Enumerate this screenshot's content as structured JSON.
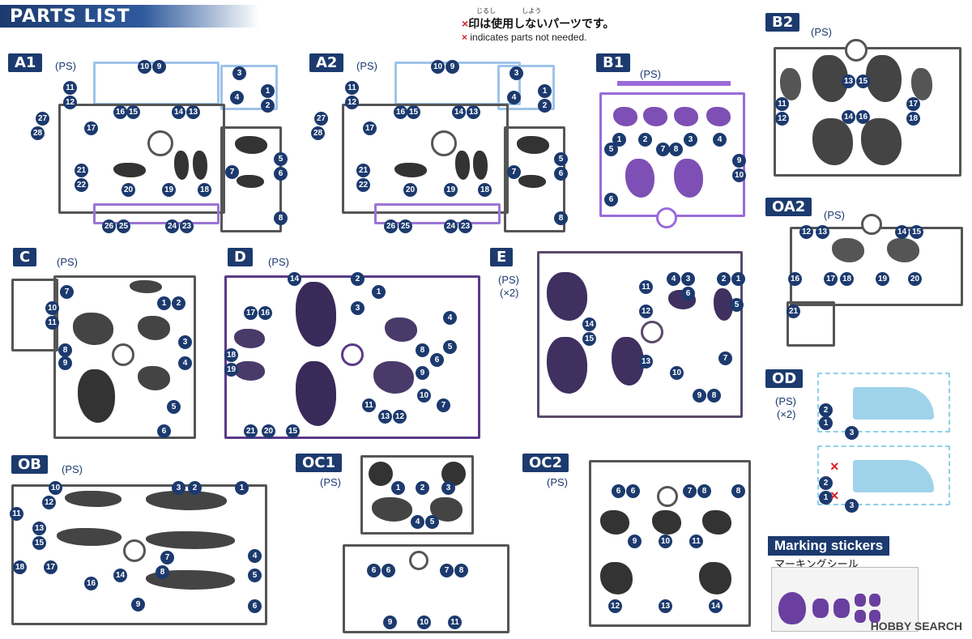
{
  "header": {
    "title": "PARTS LIST"
  },
  "legend": {
    "jp": "印は使用しないパーツです。",
    "mark": "×",
    "en": "indicates parts not needed.",
    "ruby1": "じるし",
    "ruby2": "しよう"
  },
  "runners": {
    "A1": {
      "label": "A1",
      "ps": "(PS)",
      "numbers": [
        "10",
        "9",
        "3",
        "11",
        "12",
        "27",
        "28",
        "16",
        "15",
        "14",
        "13",
        "17",
        "1",
        "4",
        "2",
        "21",
        "22",
        "20",
        "19",
        "18",
        "5",
        "7",
        "6",
        "26",
        "25",
        "24",
        "23",
        "8"
      ]
    },
    "A2": {
      "label": "A2",
      "ps": "(PS)",
      "numbers": [
        "10",
        "9",
        "3",
        "11",
        "12",
        "27",
        "28",
        "16",
        "15",
        "14",
        "13",
        "17",
        "1",
        "4",
        "2",
        "21",
        "22",
        "20",
        "19",
        "18",
        "5",
        "7",
        "6",
        "26",
        "25",
        "24",
        "23",
        "8"
      ]
    },
    "B1": {
      "label": "B1",
      "ps": "(PS)",
      "numbers": [
        "5",
        "1",
        "2",
        "7",
        "8",
        "3",
        "4",
        "9",
        "10",
        "6"
      ]
    },
    "B2": {
      "label": "B2",
      "ps": "(PS)",
      "numbers": [
        "13",
        "15",
        "11",
        "12",
        "17",
        "18",
        "14",
        "16"
      ]
    },
    "C": {
      "label": "C",
      "ps": "(PS)",
      "numbers": [
        "7",
        "10",
        "11",
        "1",
        "2",
        "8",
        "3",
        "9",
        "4",
        "5",
        "6"
      ]
    },
    "D": {
      "label": "D",
      "ps": "(PS)",
      "numbers": [
        "14",
        "2",
        "1",
        "3",
        "17",
        "16",
        "18",
        "19",
        "4",
        "5",
        "8",
        "6",
        "9",
        "10",
        "7",
        "21",
        "20",
        "15",
        "11",
        "13",
        "12"
      ]
    },
    "E": {
      "label": "E",
      "ps": "(PS)",
      "ps2": "(×2)",
      "numbers": [
        "4",
        "3",
        "2",
        "1",
        "11",
        "6",
        "12",
        "5",
        "14",
        "15",
        "13",
        "7",
        "10",
        "9",
        "8"
      ]
    },
    "OA2": {
      "label": "OA2",
      "ps": "(PS)",
      "numbers": [
        "12",
        "13",
        "14",
        "15",
        "16",
        "17",
        "18",
        "19",
        "20",
        "21"
      ]
    },
    "OB": {
      "label": "OB",
      "ps": "(PS)",
      "numbers": [
        "10",
        "12",
        "3",
        "2",
        "1",
        "11",
        "13",
        "15",
        "8",
        "5",
        "4",
        "18",
        "17",
        "16",
        "14",
        "9",
        "7",
        "6"
      ]
    },
    "OC1": {
      "label": "OC1",
      "ps": "(PS)",
      "numbers": [
        "1",
        "2",
        "3",
        "5",
        "4",
        "6",
        "6",
        "7",
        "8",
        "9",
        "10",
        "11"
      ]
    },
    "OC2": {
      "label": "OC2",
      "ps": "(PS)",
      "numbers": [
        "6",
        "6",
        "7",
        "8",
        "8",
        "9",
        "10",
        "11",
        "12",
        "13",
        "14"
      ]
    },
    "OD": {
      "label": "OD",
      "ps": "(PS)",
      "ps2": "(×2)",
      "numbers": [
        "2",
        "1",
        "3",
        "2",
        "1",
        "3"
      ]
    }
  },
  "stickers": {
    "title": "Marking stickers",
    "jp": "マーキングシール"
  },
  "watermark": "HOBBY SEARCH",
  "colors": {
    "navy": "#1c3a6e",
    "gray": "#555555",
    "purple": "#7e4fb5",
    "lavender": "#b08be0",
    "lightblue": "#9fd3ea",
    "red": "#d8202a"
  }
}
